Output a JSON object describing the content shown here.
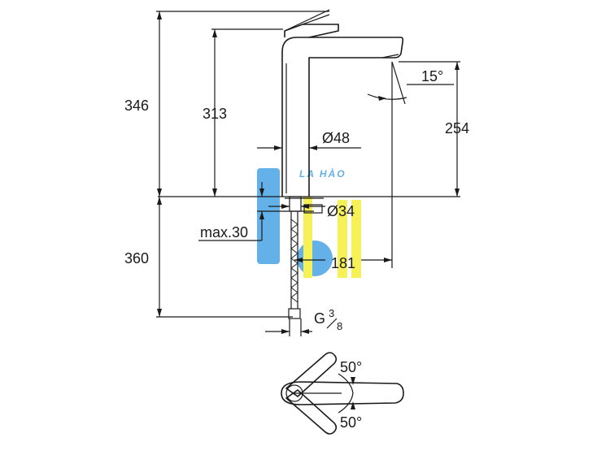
{
  "dimensions": {
    "total_height": "346",
    "spout_height": "313",
    "under_counter": "360",
    "spout_to_counter": "254",
    "body_diameter": "Ø48",
    "hole_diameter": "Ø34",
    "max_thickness": "max.30",
    "reach": "181",
    "spout_angle": "15°",
    "thread": "G",
    "thread_num": "3",
    "thread_den": "8",
    "handle_angle_top": "50°",
    "handle_angle_bottom": "50°"
  },
  "watermark": {
    "text": "LA HÀO",
    "colors": {
      "blue": "#4aa3e6",
      "yellow": "#f5ef3a"
    }
  }
}
